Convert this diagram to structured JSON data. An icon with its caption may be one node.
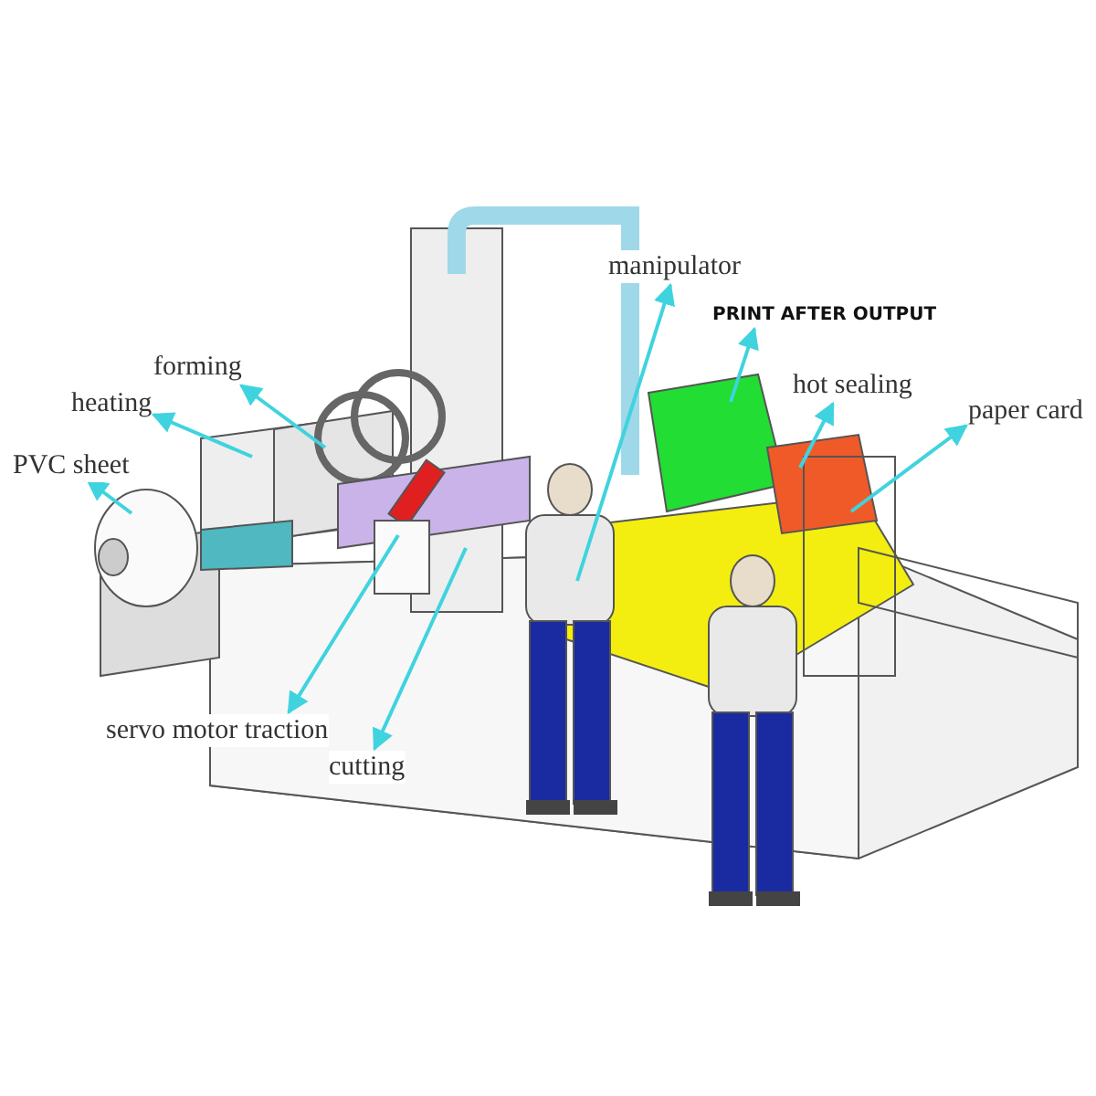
{
  "diagram": {
    "nodes": [
      {
        "text": [
          "manipulator"
        ]
      },
      {
        "text": [
          "PRINT AFTER OUTPUT"
        ]
      },
      {
        "text": [
          "forming"
        ]
      },
      {
        "text": [
          "hot sealing"
        ]
      },
      {
        "text": [
          "paper card"
        ]
      },
      {
        "text": [
          "heating"
        ]
      },
      {
        "text": [
          "PVC sheet"
        ]
      },
      {
        "text": [
          "servo motor traction"
        ]
      },
      {
        "text": [
          "cutting"
        ]
      }
    ],
    "edges": [
      {
        "from": null,
        "to": 0,
        "arrow": "to"
      },
      {
        "from": null,
        "to": 1,
        "arrow": "to"
      },
      {
        "from": null,
        "to": 2,
        "arrow": "to"
      },
      {
        "from": null,
        "to": 3,
        "arrow": "to"
      },
      {
        "from": null,
        "to": 4,
        "arrow": "to"
      },
      {
        "from": null,
        "to": 5,
        "arrow": "to"
      },
      {
        "from": null,
        "to": 6,
        "arrow": "to"
      },
      {
        "from": null,
        "to": 7,
        "arrow": "to"
      },
      {
        "from": null,
        "to": 8,
        "arrow": "to"
      }
    ]
  }
}
